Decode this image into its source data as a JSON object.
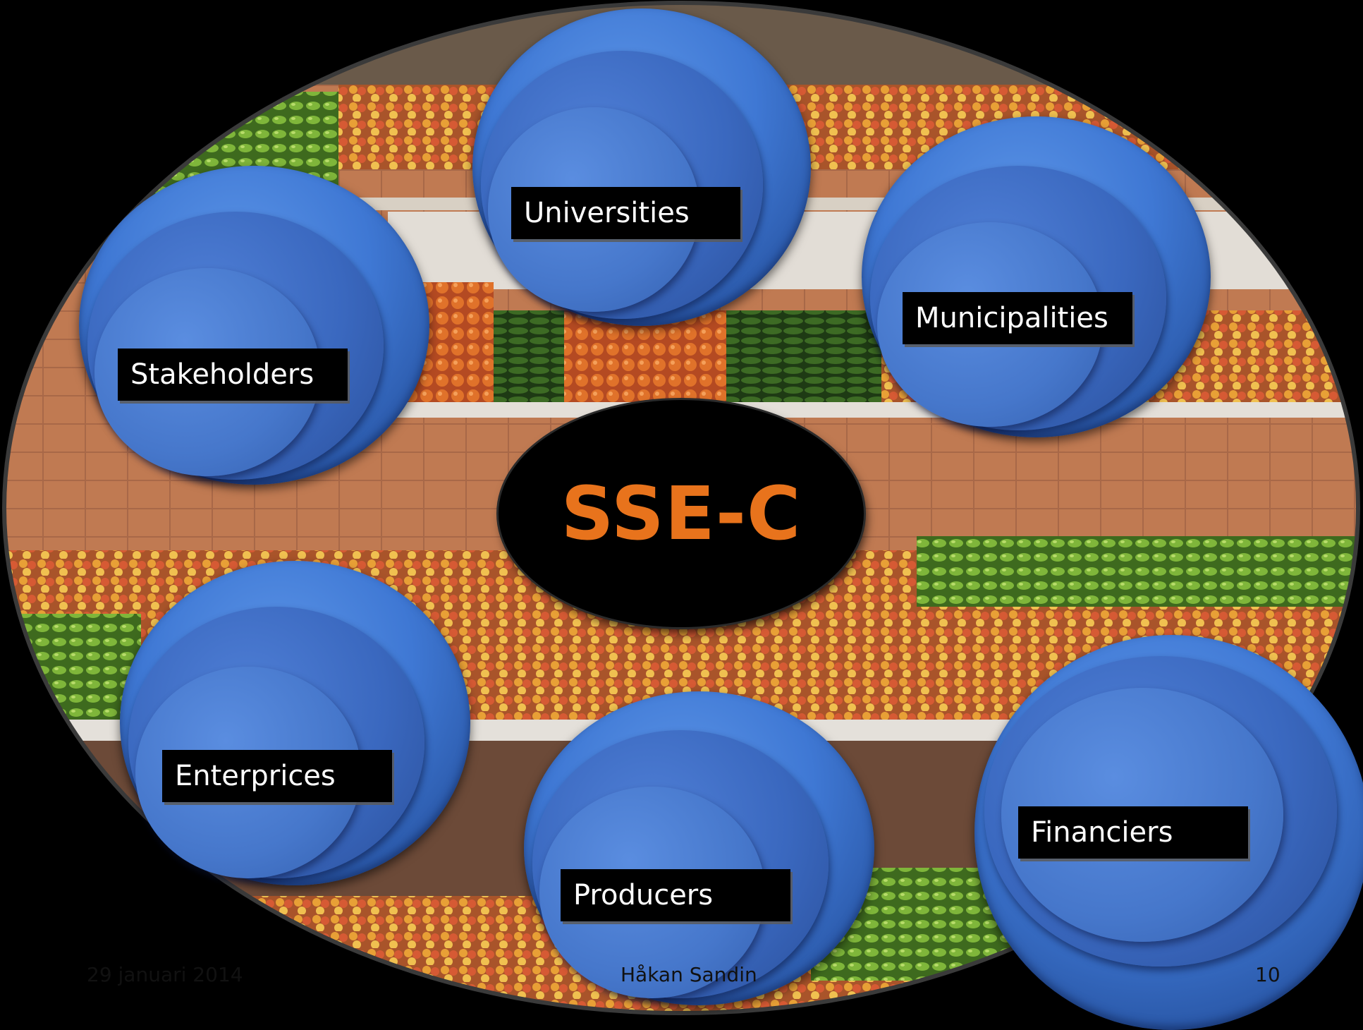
{
  "center": {
    "title": "SSE-C",
    "title_color": "#e8731c"
  },
  "nodes": [
    {
      "label": "Universities"
    },
    {
      "label": "Stakeholders"
    },
    {
      "label": "Municipalities"
    },
    {
      "label": "Enterprices"
    },
    {
      "label": "Producers"
    },
    {
      "label": "Financiers"
    }
  ],
  "footer": {
    "date": "29 januari 2014",
    "author": "Håkan Sandin",
    "page_number": "10"
  },
  "colors": {
    "node_blue": "#3f78d4",
    "label_bg": "#000000",
    "background": "#000000"
  }
}
